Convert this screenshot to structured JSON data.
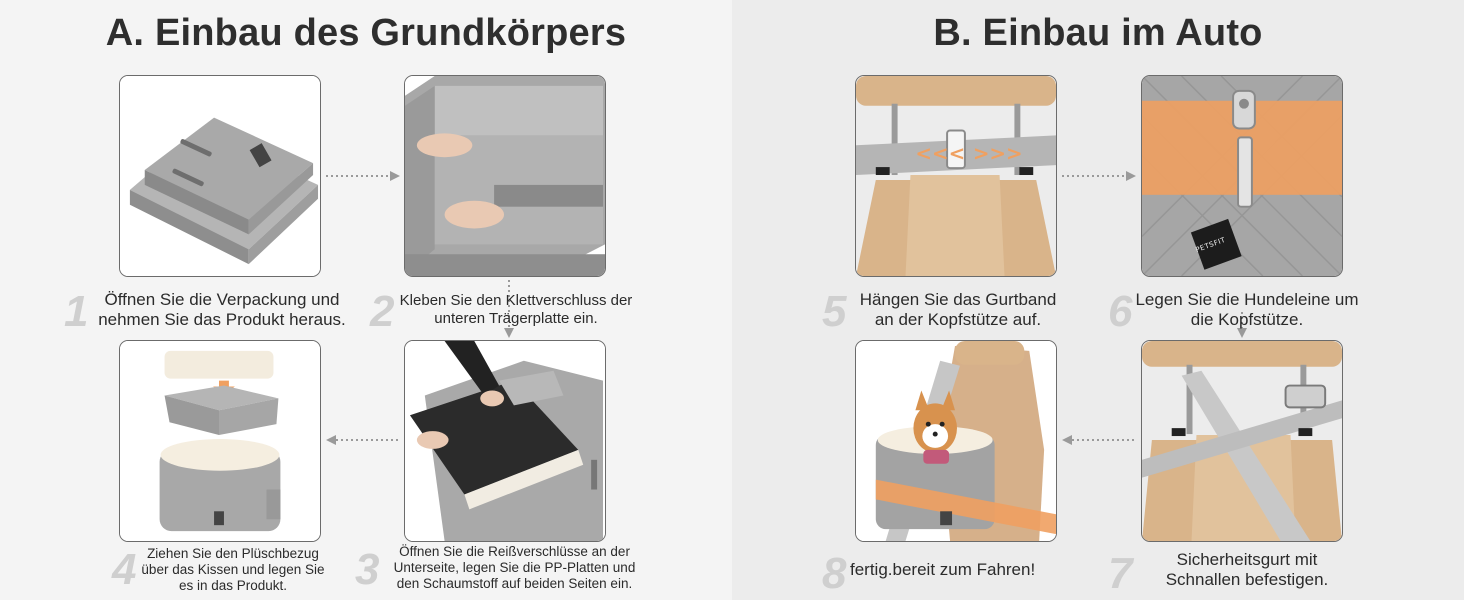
{
  "section_a": {
    "title": "A. Einbau des Grundkörpers",
    "steps": [
      {
        "num": "1",
        "text": "Öffnen Sie die Verpackung und nehmen Sie das Produkt heraus."
      },
      {
        "num": "2",
        "text": "Kleben Sie den Klettverschluss der unteren Trägerplatte ein."
      },
      {
        "num": "3",
        "text": "Öffnen Sie die Reißverschlüsse an der Unterseite, legen Sie die PP-Platten und den Schaumstoff auf beiden Seiten ein."
      },
      {
        "num": "4",
        "text": "Ziehen Sie den Plüschbezug über das Kissen und legen Sie es in das Produkt."
      }
    ]
  },
  "section_b": {
    "title": "B. Einbau im Auto",
    "brand_label": "PETSFIT",
    "steps": [
      {
        "num": "5",
        "text": "Hängen Sie das Gurtband an der Kopfstütze auf."
      },
      {
        "num": "6",
        "text": "Legen Sie die Hundeleine um die Kopfstütze."
      },
      {
        "num": "7",
        "text": "Sicherheitsgurt mit Schnallen befestigen."
      },
      {
        "num": "8",
        "text": "fertig.bereit zum Fahren!"
      }
    ]
  },
  "colors": {
    "panel_a_bg": "#f4f4f4",
    "panel_b_bg": "#ececec",
    "arrow": "#9a9a9a",
    "seat_tan": "#d9b48a",
    "strap_orange": "#f0a060",
    "product_gray": "#9c9c9c"
  }
}
